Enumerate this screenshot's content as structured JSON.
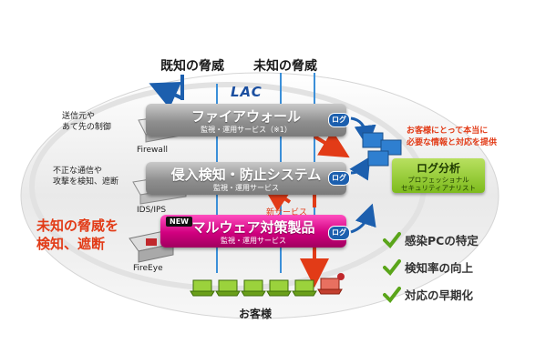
{
  "threats": {
    "known": "既知の脅威",
    "unknown": "未知の脅威"
  },
  "lac_label": "LAC",
  "bars": [
    {
      "title": "ファイアウォール",
      "subtitle": "監視・運用サービス（※1）",
      "log": "ログ"
    },
    {
      "title": "侵入検知・防止システム",
      "subtitle": "監視・運用サービス",
      "log": "ログ"
    },
    {
      "title": "マルウェア対策製品",
      "subtitle": "監視・運用サービス",
      "log": "ログ",
      "badge": "NEW"
    }
  ],
  "left_notes": [
    "送信元や\nあて先の制御",
    "不正な通信や\n攻撃を検知、遮断"
  ],
  "devices": [
    "Firewall",
    "IDS/IPS",
    "FireEye"
  ],
  "red_note": "未知の脅威を\n検知、遮断",
  "new_service": "新サービス",
  "log_analysis": {
    "title": "ログ分析",
    "sub1": "プロフェッショナル",
    "sub2": "セキュリティアナリスト"
  },
  "right_red_note": "お客様にとって本当に\n必要な情報と対応を提供",
  "benefits": [
    "感染PCの特定",
    "検知率の向上",
    "対応の早期化"
  ],
  "customers": "お客様",
  "colors": {
    "accent_red": "#e23b17",
    "pink_bar": "#d1007f",
    "green": "#7dbb1c",
    "blue": "#1b4fa0"
  }
}
